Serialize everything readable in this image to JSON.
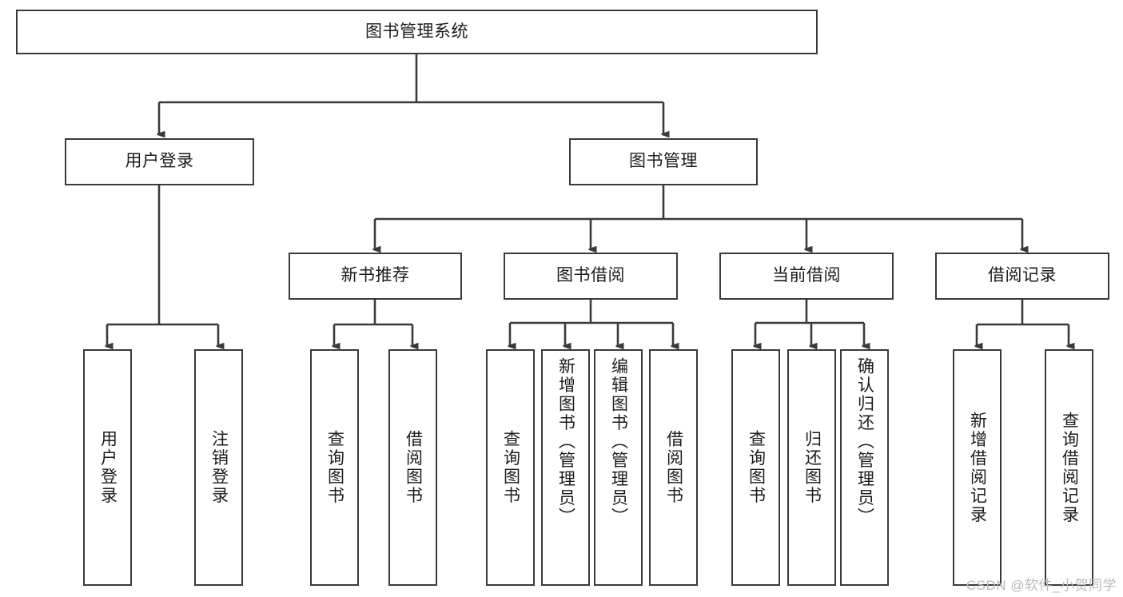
{
  "diagram": {
    "title": "图书管理系统",
    "watermark": "CSDN @软件_小贺同学",
    "line_color": "#3a3a3a",
    "box_border_color": "#3a3a3a",
    "box_fill_color": "#ffffff",
    "text_color": "#1b1b1b",
    "watermark_color": "#b9b9b9"
  },
  "nodes": {
    "root": {
      "label": "图书管理系统"
    },
    "level2": [
      {
        "id": "user-login",
        "label": "用户登录"
      },
      {
        "id": "book-management",
        "label": "图书管理"
      }
    ],
    "level3": [
      {
        "id": "new-book-recommend",
        "label": "新书推荐"
      },
      {
        "id": "book-borrow",
        "label": "图书借阅"
      },
      {
        "id": "current-borrow",
        "label": "当前借阅"
      },
      {
        "id": "borrow-record",
        "label": "借阅记录"
      }
    ],
    "leaves": {
      "user-login": [
        {
          "id": "leaf-user-login",
          "label": "用户登录"
        },
        {
          "id": "leaf-logout-login",
          "label": "注销登录"
        }
      ],
      "new-book-recommend": [
        {
          "id": "leaf-query-book-1",
          "label": "查询图书"
        },
        {
          "id": "leaf-borrow-book-1",
          "label": "借阅图书"
        }
      ],
      "book-borrow": [
        {
          "id": "leaf-query-book-2",
          "label": "查询图书"
        },
        {
          "id": "leaf-add-book",
          "label": "新增图书（管理员）"
        },
        {
          "id": "leaf-edit-book",
          "label": "编辑图书（管理员）"
        },
        {
          "id": "leaf-borrow-book-2",
          "label": "借阅图书"
        }
      ],
      "current-borrow": [
        {
          "id": "leaf-query-book-3",
          "label": "查询图书"
        },
        {
          "id": "leaf-return-book",
          "label": "归还图书"
        },
        {
          "id": "leaf-confirm-return",
          "label": "确认归还（管理员）"
        }
      ],
      "borrow-record": [
        {
          "id": "leaf-add-record",
          "label": "新增借阅记录"
        },
        {
          "id": "leaf-query-record",
          "label": "查询借阅记录"
        }
      ]
    }
  }
}
